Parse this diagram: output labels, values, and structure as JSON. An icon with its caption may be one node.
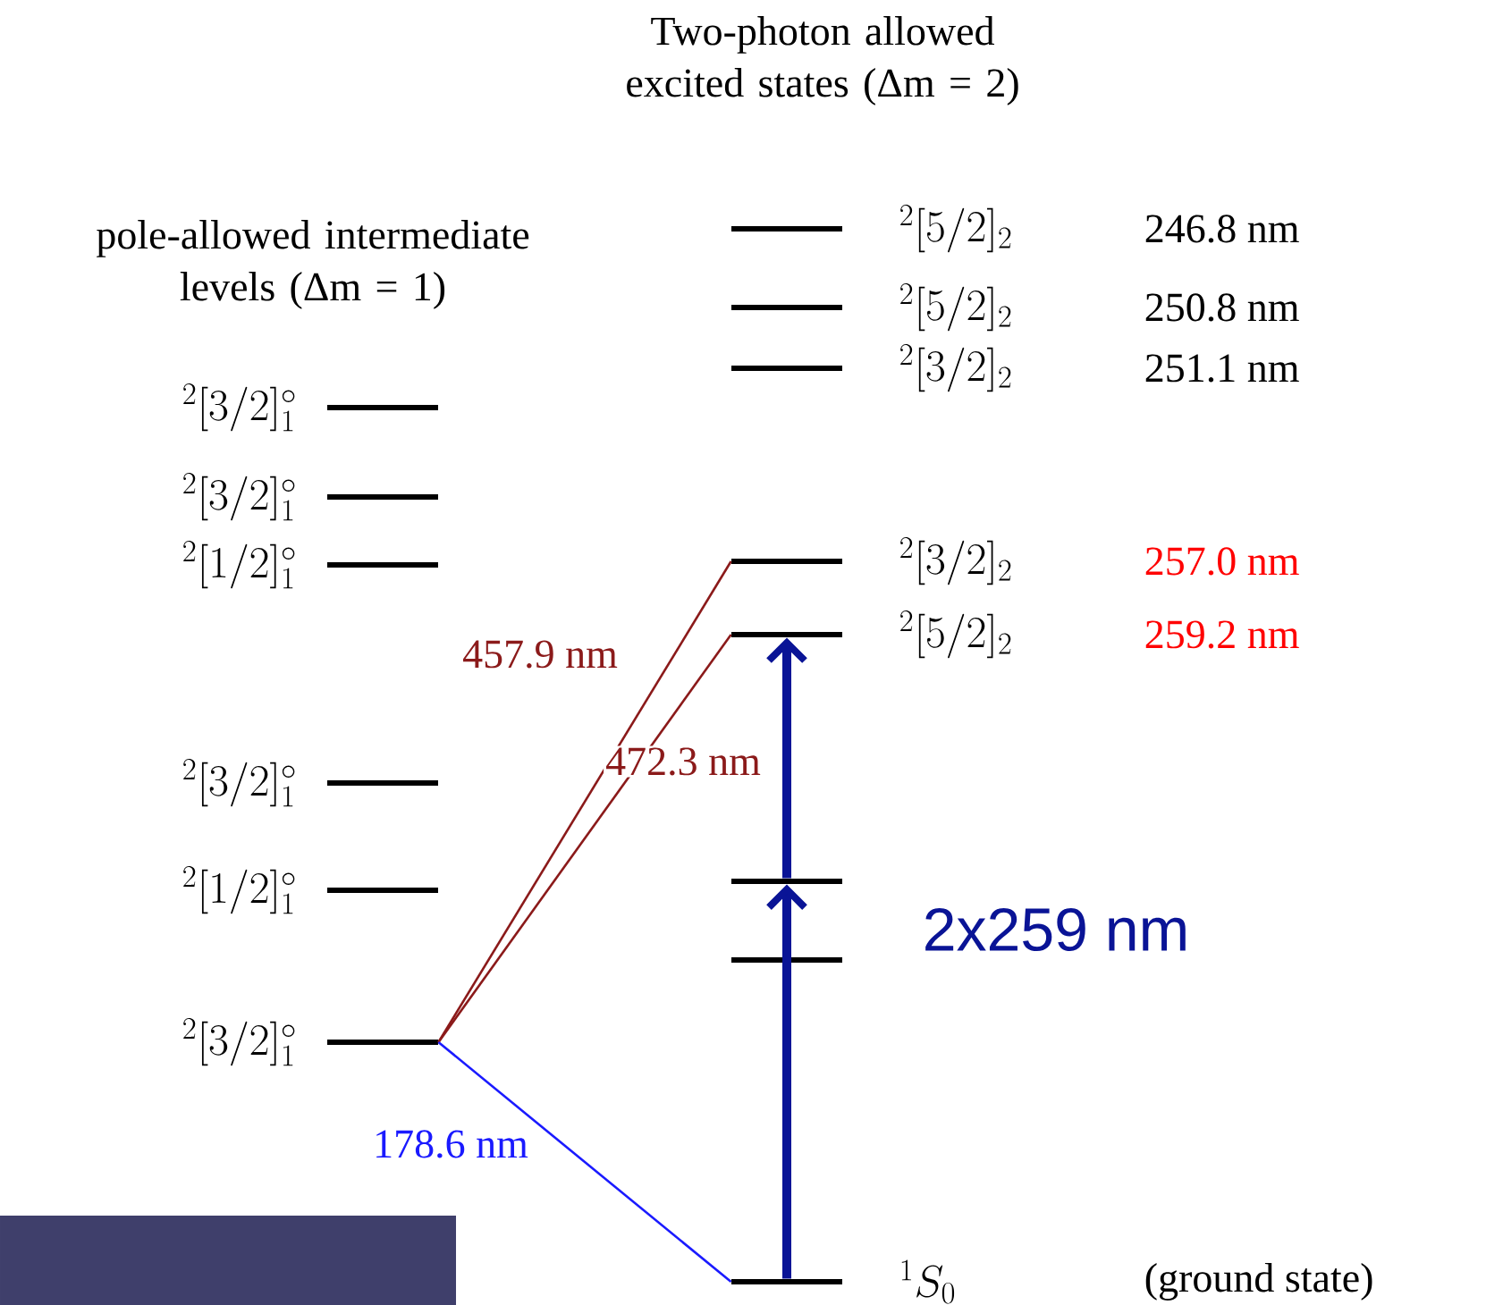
{
  "diagram": {
    "title": "Two-photon allowed excited states (Δm = 2)",
    "nodes": [
      {
        "text": [
          "^2[5/2]_2",
          "246.8 nm"
        ]
      },
      {
        "text": [
          "^2[5/2]_2",
          "250.8 nm"
        ]
      },
      {
        "text": [
          "^2[3/2]_2",
          "251.1 nm"
        ]
      },
      {
        "text": [
          "^2[3/2]^\\circ_1"
        ]
      },
      {
        "text": [
          "^2[3/2]^\\circ_1"
        ]
      },
      {
        "text": [
          "^2[3/2]_2",
          "257.0 nm"
        ]
      },
      {
        "text": [
          "^2[1/2]^\\circ_1"
        ]
      },
      {
        "text": [
          "^2[5/2]_2",
          "259.2 nm"
        ]
      },
      {
        "text": [
          "^2[3/2]^\\circ_1"
        ]
      },
      {
        "text": [],
        "shape": "bar"
      },
      {
        "text": [
          "^2[1/2]^\\circ_1"
        ]
      },
      {
        "text": [],
        "shape": "bar"
      },
      {
        "text": [
          "^2[3/2]^\\circ_1"
        ]
      },
      {
        "text": [
          "^1S_0",
          "(ground state)"
        ]
      }
    ],
    "edges": [
      {
        "from": 12,
        "to": 5,
        "arrow": "none",
        "label": "457.9 nm",
        "color": "#8b1a1a"
      },
      {
        "from": 12,
        "to": 7,
        "arrow": "none",
        "label": "472.3 nm",
        "color": "#8b1a1a"
      },
      {
        "from": 12,
        "to": 13,
        "arrow": "none",
        "label": "178.6 nm",
        "color": "#1a1aff"
      },
      {
        "from": 13,
        "to": 9,
        "arrow": "to",
        "style": "thick",
        "color": "#0a1496"
      },
      {
        "from": 9,
        "to": 7,
        "arrow": "to",
        "style": "thick",
        "color": "#0a1496"
      }
    ],
    "labels": [
      "pole-allowed intermediate levels (Δm = 1)",
      "2x259 nm"
    ]
  }
}
